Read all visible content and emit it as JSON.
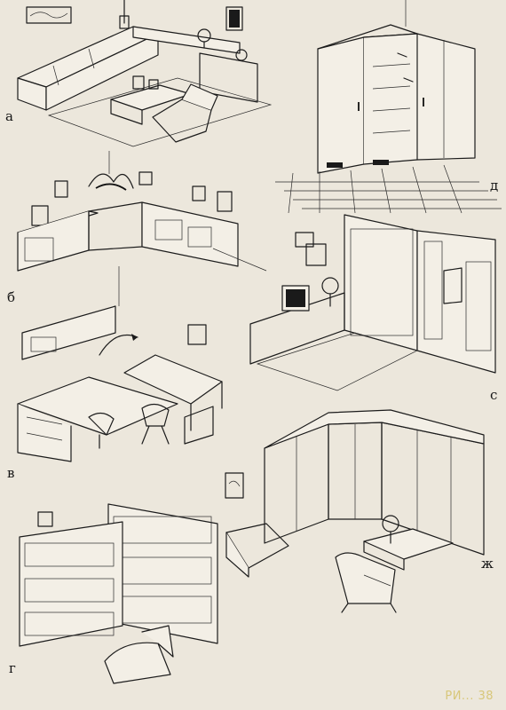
{
  "figure": {
    "caption": "РИ... 38",
    "panels": [
      {
        "id": "a",
        "letter": "а"
      },
      {
        "id": "b",
        "letter": "б"
      },
      {
        "id": "v",
        "letter": "в"
      },
      {
        "id": "g",
        "letter": "г"
      },
      {
        "id": "d",
        "letter": "д"
      },
      {
        "id": "s",
        "letter": "с"
      },
      {
        "id": "zh",
        "letter": "ж"
      }
    ]
  }
}
